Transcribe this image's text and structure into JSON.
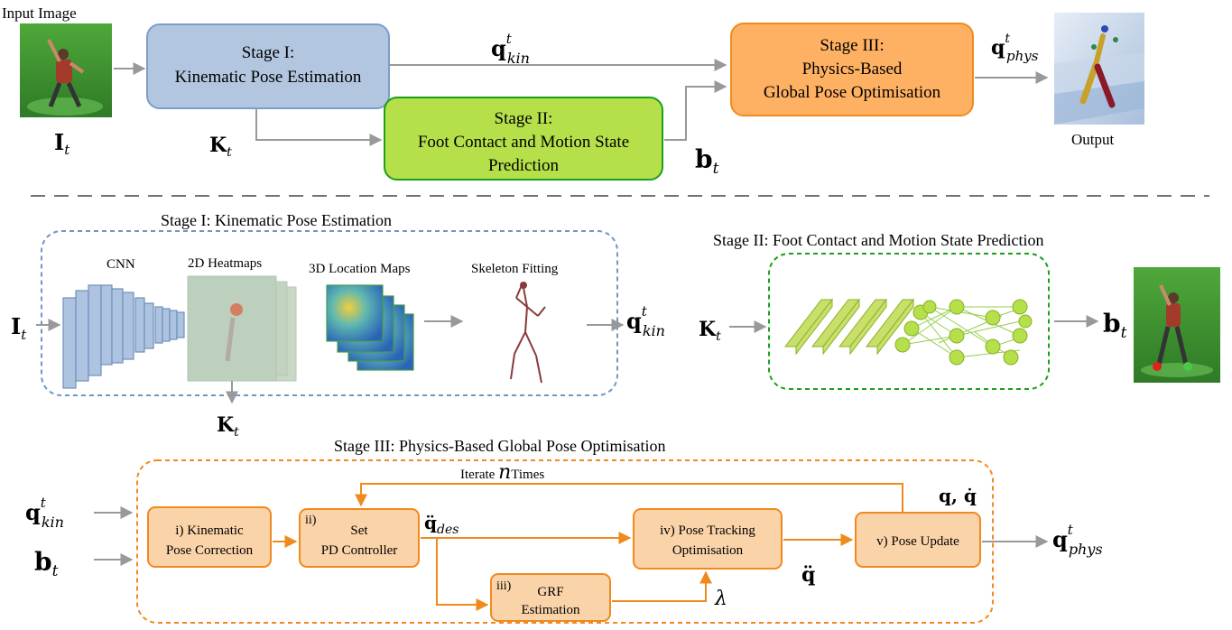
{
  "overview": {
    "input_caption": "Input Image",
    "input_symbol_main": "I",
    "input_symbol_sub": "t",
    "stage1": {
      "line1": "Stage I:",
      "line2": "Kinematic Pose Estimation"
    },
    "stage2": {
      "line1": "Stage II:",
      "line2": "Foot Contact and Motion State",
      "line3": "Prediction"
    },
    "stage3": {
      "line1": "Stage III:",
      "line2": "Physics-Based",
      "line3": "Global Pose Optimisation"
    },
    "q_kin_main": "q",
    "q_kin_sup": "t",
    "q_kin_sub": "kin",
    "q_phys_main": "q",
    "q_phys_sup": "t",
    "q_phys_sub": "phys",
    "k_main": "K",
    "k_sub": "t",
    "b_main": "b",
    "b_sub": "t",
    "output_caption": "Output"
  },
  "stage1_detail": {
    "title": "Stage I: Kinematic Pose Estimation",
    "cnn_label": "CNN",
    "heatmaps_label": "2D Heatmaps",
    "location_maps_label": "3D Location Maps",
    "skeleton_label": "Skeleton Fitting",
    "in_main": "I",
    "in_sub": "t",
    "k_main": "K",
    "k_sub": "t",
    "out_main": "q",
    "out_sup": "t",
    "out_sub": "kin"
  },
  "stage2_detail": {
    "title": "Stage II: Foot Contact and Motion State Prediction",
    "in_main": "K",
    "in_sub": "t",
    "out_main": "b",
    "out_sub": "t"
  },
  "stage3_detail": {
    "title": "Stage III: Physics-Based Global Pose Optimisation",
    "iterate_prefix": "Iterate ",
    "iterate_n": "n",
    "iterate_suffix": "Times",
    "in_q_main": "q",
    "in_q_sup": "t",
    "in_q_sub": "kin",
    "in_b_main": "b",
    "in_b_sub": "t",
    "box1": {
      "line1": "i) Kinematic",
      "line2": "Pose Correction"
    },
    "box2": {
      "num": "ii)",
      "line1": "Set",
      "line2": "PD Controller"
    },
    "box3": {
      "num": "iii)",
      "line1": "GRF",
      "line2": "Estimation"
    },
    "box4": {
      "line1": "iv) Pose Tracking",
      "line2": "Optimisation"
    },
    "box5": {
      "line1": "v) Pose Update"
    },
    "qdd_des_main": "q̈",
    "qdd_des_sub": "des",
    "qdd_label": "q̈",
    "lambda_label": "λ",
    "q_qdot_label": "q, q̇",
    "out_main": "q",
    "out_sup": "t",
    "out_sub": "phys"
  },
  "colors": {
    "stage1_fill": "#b3c6e0",
    "stage1_stroke": "#7d9cc9",
    "stage2_fill": "#b5e04a",
    "stage2_stroke": "#1aa01a",
    "stage3_fill": "#ffb163",
    "stage3_stroke": "#f08a1e",
    "sub_box_fill": "#fbd3a8",
    "orange_arrow": "#f08a1e",
    "grey_arrow": "#999999",
    "blue_dash": "#6e96c8",
    "green_dash": "#1aa01a",
    "orange_dash": "#f08a1e"
  },
  "icons": [
    "input-photo-icon",
    "output-render-icon",
    "cnn-layers-icon",
    "heatmap-stack-icon",
    "location-map-stack-icon",
    "skeleton-icon",
    "neural-net-icon",
    "contact-photo-icon"
  ]
}
